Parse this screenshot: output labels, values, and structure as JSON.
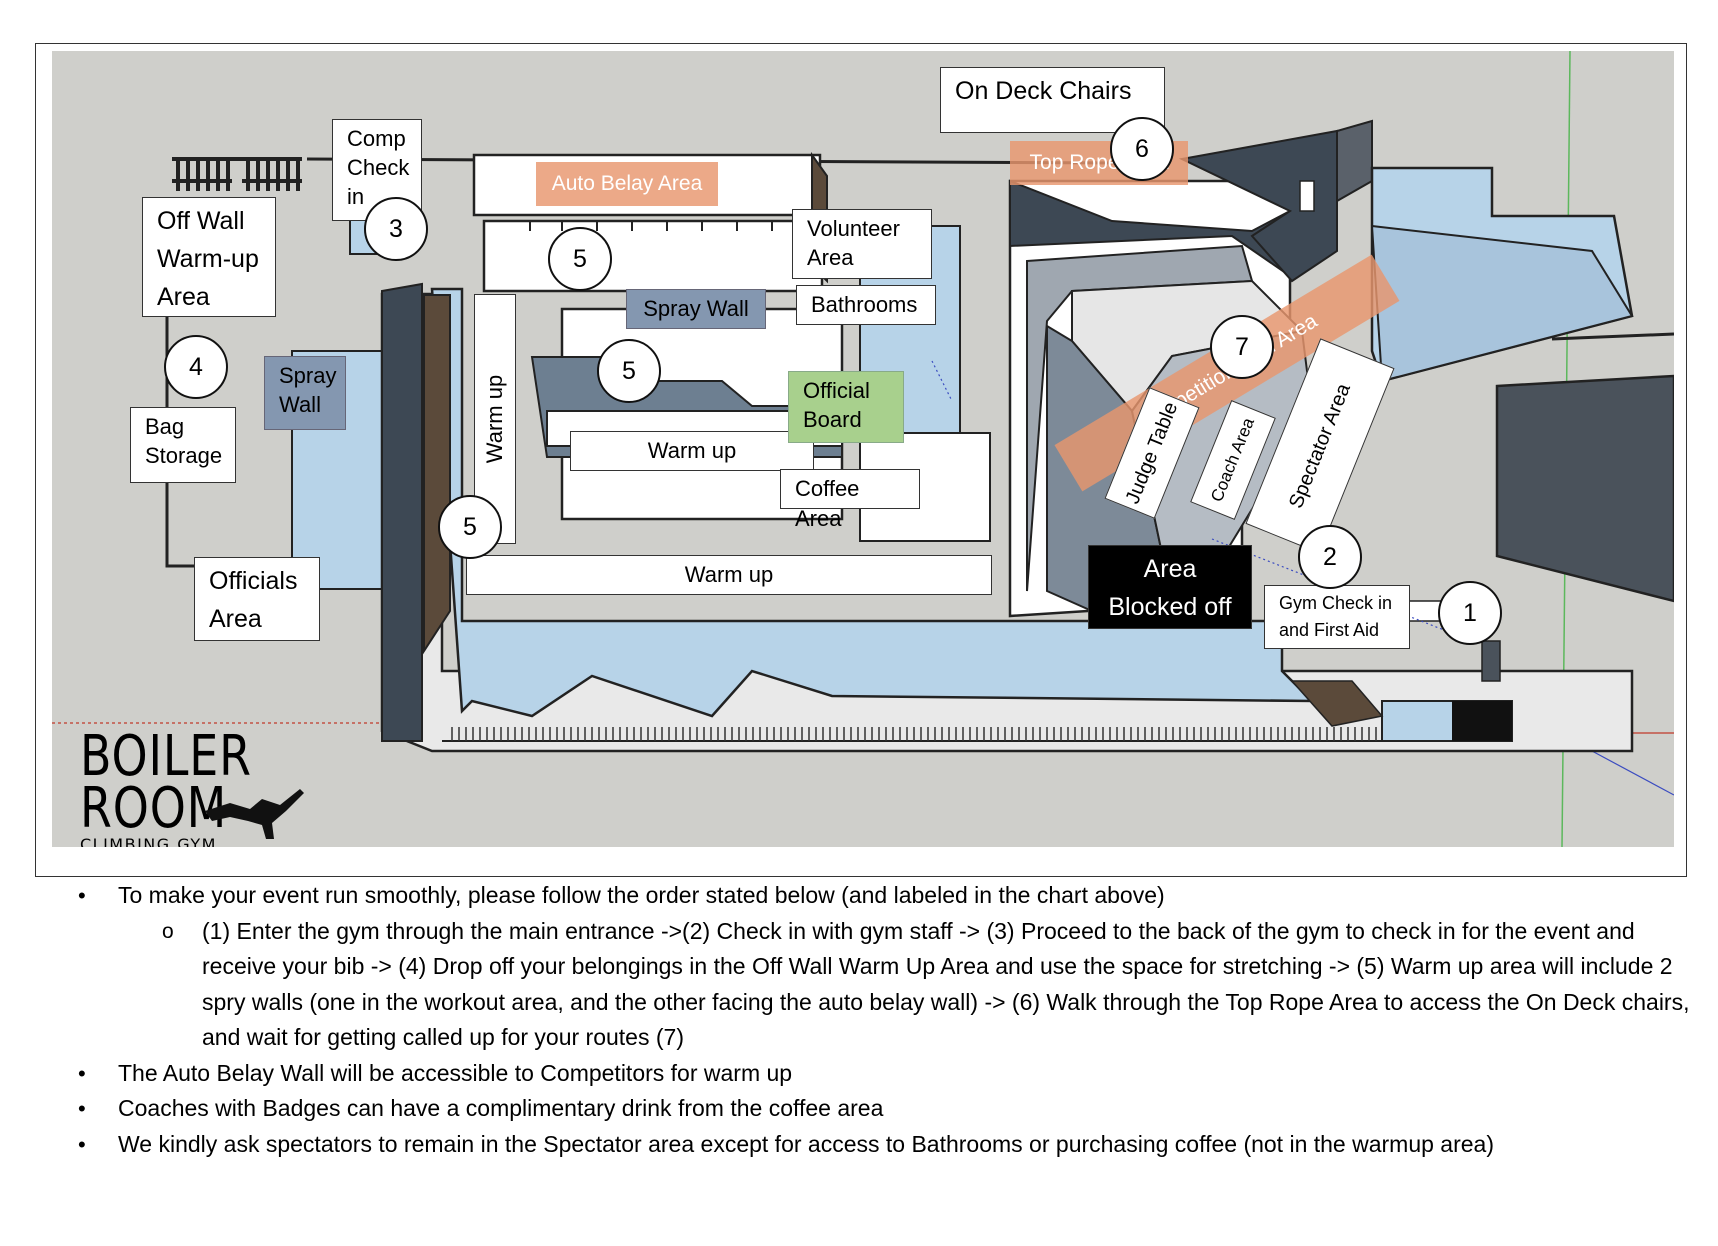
{
  "map": {
    "labels": {
      "on_deck_chairs": "On Deck Chairs",
      "comp_check_in": "Comp\nCheck\nin",
      "off_wall_warmup": "Off Wall\nWarm-up\nArea",
      "bag_storage": "Bag\nStorage",
      "spray_wall_left": "Spray\nWall",
      "spray_wall_center": "Spray Wall",
      "warm_up_vertical": "Warm up",
      "warm_up_center": "Warm up",
      "warm_up_bottom": "Warm up",
      "volunteer_area": "Volunteer\nArea",
      "bathrooms": "Bathrooms",
      "official_board": "Official\nBoard",
      "coffee_area": "Coffee Area",
      "officials_area": "Officials\nArea",
      "area_blocked_off": "Area\nBlocked off",
      "gym_check_in": "Gym Check in\nand First Aid",
      "judge_table": "Judge Table",
      "coach_area": "Coach Area",
      "spectator_area": "Spectator Area",
      "auto_belay_area": "Auto Belay Area",
      "top_rope_area": "Top Rope Area",
      "competition_wall_area": "Competition Wall Area"
    },
    "markers": [
      "1",
      "2",
      "3",
      "4",
      "5",
      "5",
      "5",
      "6",
      "7"
    ],
    "logo": {
      "line1": "BOILER",
      "line2": "ROOM",
      "line3": "CLIMBING GYM"
    }
  },
  "notes": {
    "bullet1": "To make your event run smoothly, please follow the order stated below (and labeled in the chart above)",
    "sub1": "(1) Enter the gym through the main entrance ->(2) Check in with gym staff -> (3) Proceed to the back of the gym to check in for the event and receive your bib -> (4) Drop off your belongings in the Off Wall Warm Up Area and use the space for stretching -> (5) Warm up area will include 2 spry walls (one in the workout area, and the other facing the auto belay wall) -> (6) Walk through the Top Rope Area to access the On Deck chairs, and wait for getting called up for your routes (7)",
    "bullet2": "The Auto Belay Wall will be accessible to Competitors for warm up",
    "bullet3": "Coaches with Badges can have a complimentary drink from the coffee area",
    "bullet4": "We kindly ask spectators to remain in the Spectator area except for access to Bathrooms or purchasing coffee (not in the warmup area)"
  },
  "colors": {
    "floor": "#cfcfcb",
    "wall_blue": "#b7d3e8",
    "wall_dark": "#3d4854",
    "orange_zone": "#e8966e",
    "official_board": "#a8d08d",
    "spray_wall": "#8497b0"
  }
}
